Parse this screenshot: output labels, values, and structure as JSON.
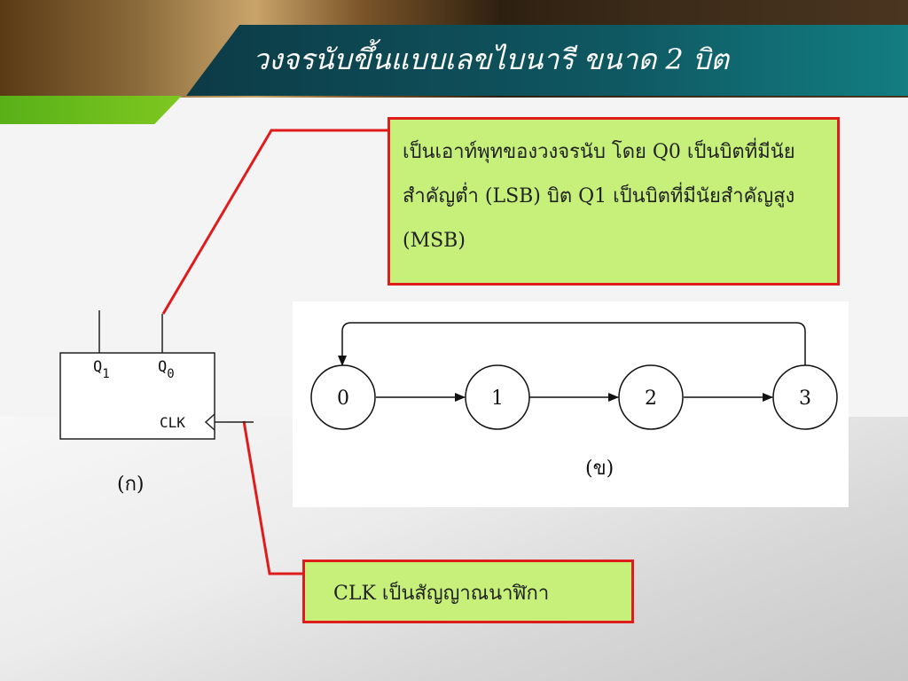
{
  "slide": {
    "title": "วงจรนับขึ้นแบบเลขไบนารี ขนาด 2 บิต"
  },
  "callouts": {
    "outputs_text": "เป็นเอาท์พุทของวงจรนับ โดย Q0 เป็นบิตที่มีนัยสำคัญต่ำ (LSB) บิต Q1 เป็นบิตที่มีนัยสำคัญสูง (MSB)",
    "clk_text": "CLK เป็นสัญญาณนาฬิกา"
  },
  "block_diagram": {
    "q1_letter": "Q",
    "q1_sub": "1",
    "q0_letter": "Q",
    "q0_sub": "0",
    "clk_label": "CLK",
    "caption": "(ก)"
  },
  "state_diagram": {
    "states": [
      "0",
      "1",
      "2",
      "3"
    ],
    "caption": "(ข)"
  },
  "colors": {
    "title_bar": "#0f5862",
    "accent_green": "#7ec820",
    "callout_fill": "#c6f07a",
    "callout_border": "#e01b1b"
  }
}
